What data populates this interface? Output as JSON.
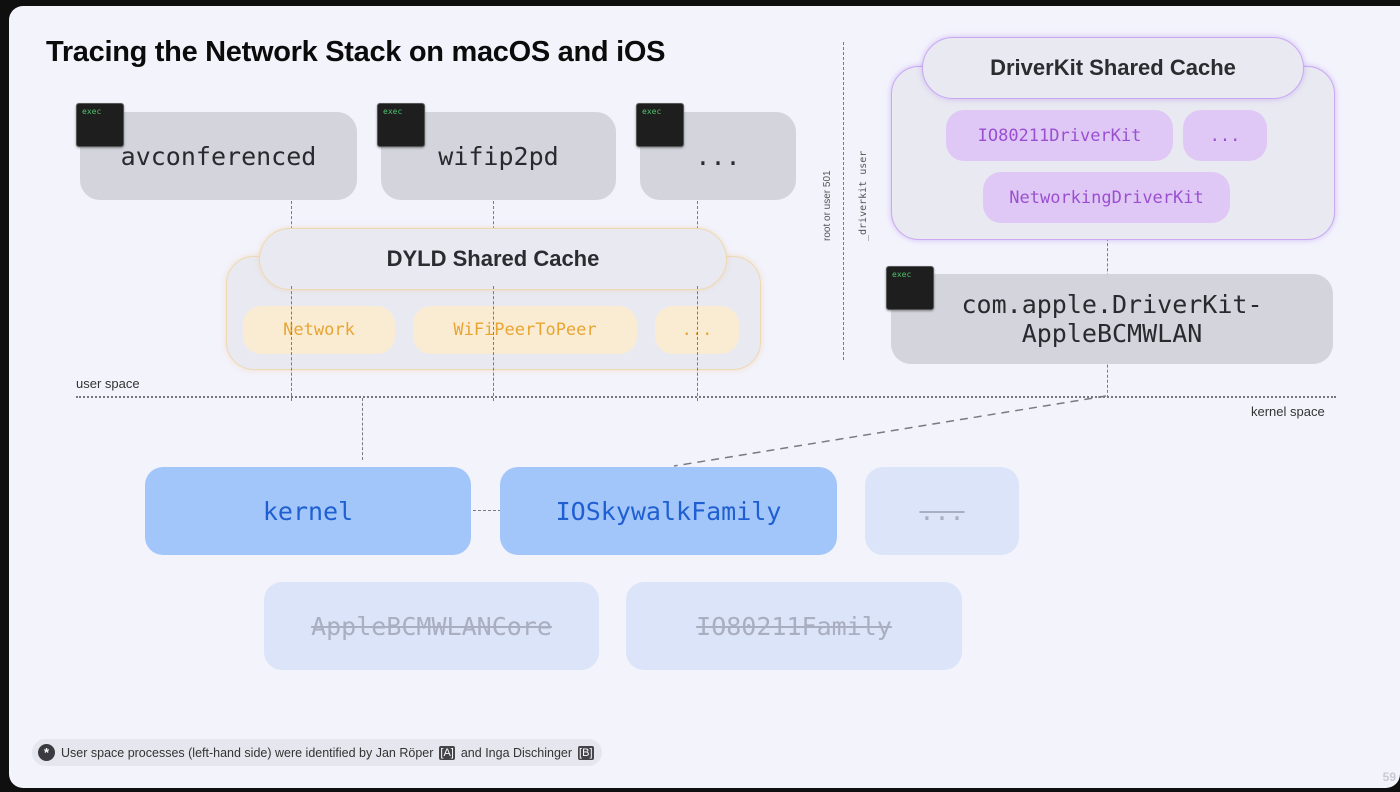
{
  "title": "Tracing the Network Stack on macOS and iOS",
  "exec_label": "exec",
  "user_processes": [
    {
      "name": "avconferenced"
    },
    {
      "name": "wifip2pd"
    },
    {
      "name": "..."
    }
  ],
  "dyld_cache": {
    "title": "DYLD Shared Cache",
    "frameworks": [
      "Network",
      "WiFiPeerToPeer",
      "..."
    ]
  },
  "driverkit_cache": {
    "title": "DriverKit Shared Cache",
    "frameworks": [
      "IO80211DriverKit",
      "...",
      "NetworkingDriverKit"
    ]
  },
  "driver_process": {
    "line1": "com.apple.DriverKit-",
    "line2": "AppleBCMWLAN"
  },
  "divider_labels": {
    "root_user": "root or user 501",
    "driverkit_user": "_driverkit user",
    "user_space": "user space",
    "kernel_space": "kernel space"
  },
  "kernel_components": {
    "active": [
      "kernel",
      "IOSkywalkFamily"
    ],
    "faded": [
      "...",
      "AppleBCMWLANCore",
      "IO80211Family"
    ]
  },
  "footnote": {
    "text_before": "User space processes (left-hand side) were identified by Jan Röper",
    "ref_a": "[A]",
    "text_mid": "and Inga Dischinger",
    "ref_b": "[B]"
  },
  "page_number": "59",
  "colors": {
    "dyld_accent": "#e8a534",
    "driverkit_accent": "#9a4fd0",
    "kernel_accent": "#1f5fd1"
  }
}
